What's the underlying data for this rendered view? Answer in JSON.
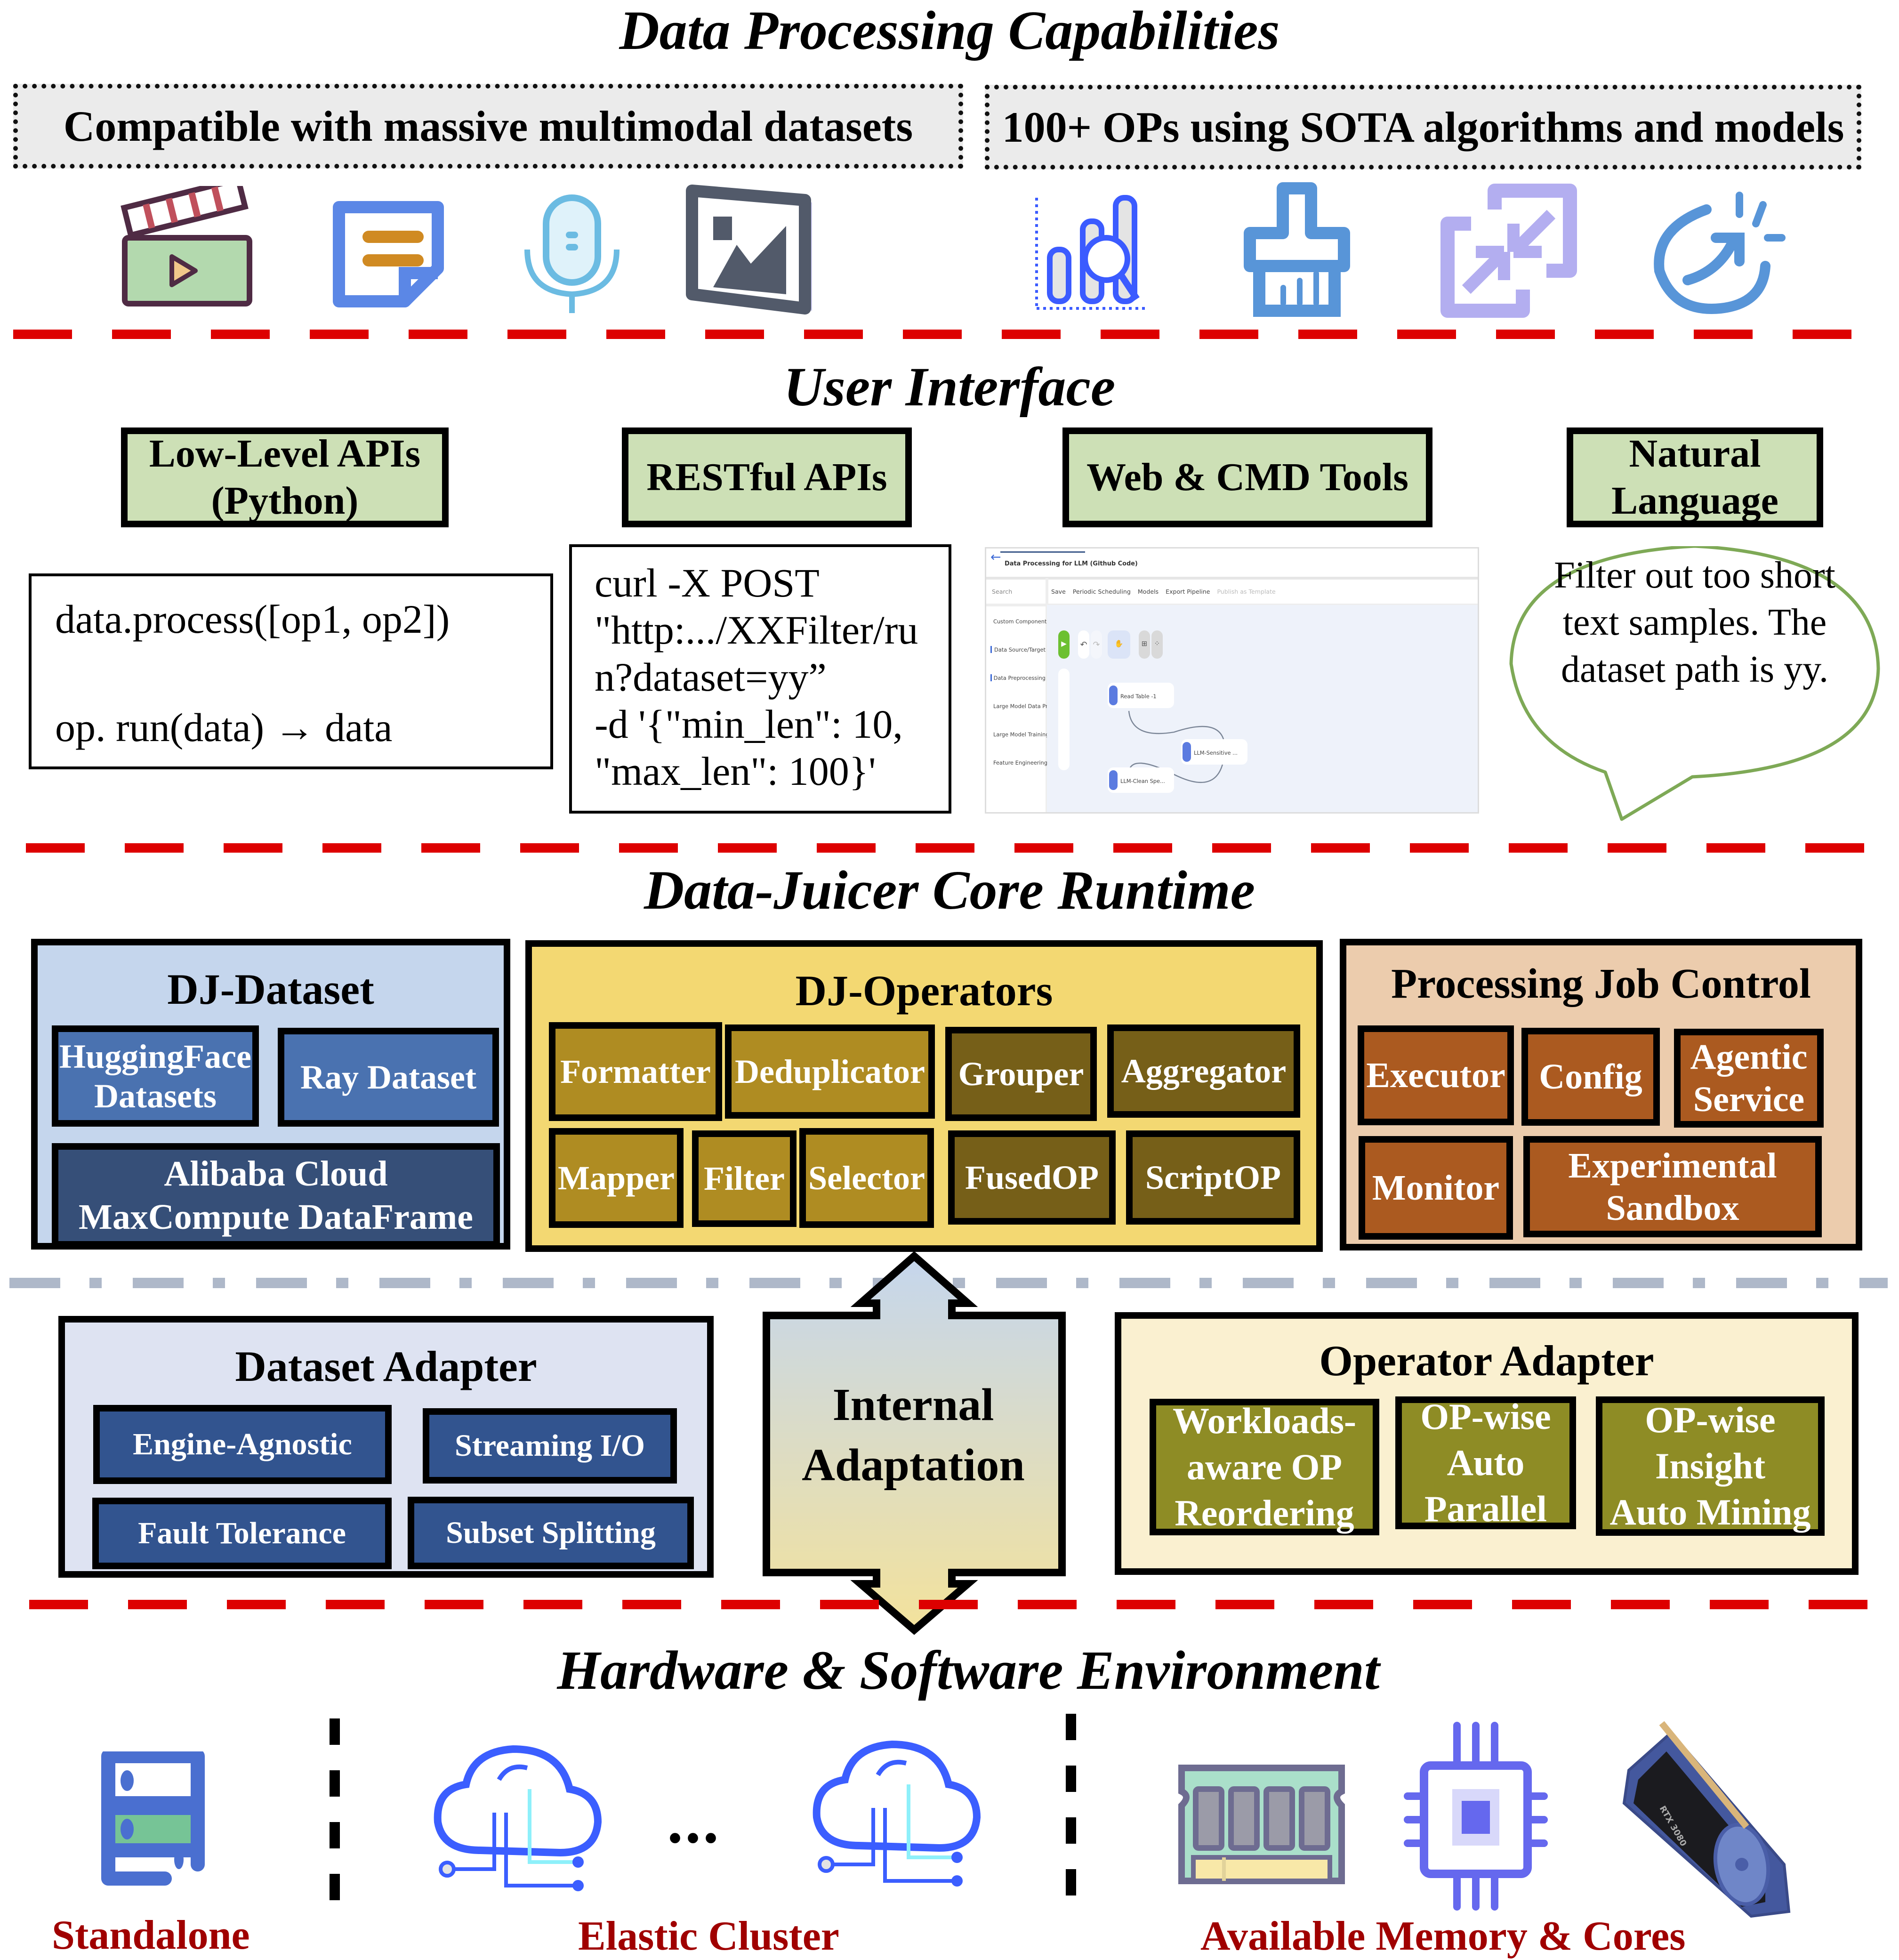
{
  "sections": {
    "capabilities": "Data Processing Capabilities",
    "user_interface": "User Interface",
    "core_runtime": "Data-Juicer Core Runtime",
    "environment": "Hardware & Software Environment"
  },
  "capabilities": {
    "left_box": "Compatible with massive multimodal datasets",
    "right_box": "100+ OPs using SOTA algorithms and models",
    "modality_icons": [
      "video-icon",
      "text-document-icon",
      "microphone-icon",
      "image-icon"
    ],
    "op_icons": [
      "chart-analysis-icon",
      "cleaning-brush-icon",
      "compress-icon",
      "refresh-arrow-icon"
    ]
  },
  "user_interface": {
    "headers": [
      {
        "line1": "Low-Level APIs",
        "line2": "(Python)"
      },
      {
        "line1": "RESTful APIs",
        "line2": ""
      },
      {
        "line1": "Web & CMD Tools",
        "line2": ""
      },
      {
        "line1": "Natural",
        "line2": "Language"
      }
    ],
    "python_code": [
      "data.process([op1, op2])",
      "op. run(data) → data"
    ],
    "curl_lines": [
      "curl -X POST",
      "\"http:.../XXFilter/ru",
      "n?dataset=yy”",
      "-d '{\"min_len\": 10,",
      "\"max_len\": 100}'"
    ],
    "web_tool": {
      "tab_title": "Data Processing for LLM (Github Code)",
      "search_placeholder": "Search",
      "toolbar": [
        "Save",
        "Periodic Scheduling",
        "Models",
        "Export Pipeline",
        "Publish as Template"
      ],
      "folders": [
        "Custom Components",
        "Data Source/Target",
        "Data Preprocessing",
        "Large Model Data Prep...",
        "Large Model Training a...",
        "Feature Engineering"
      ],
      "nodes": [
        "Read Table -1",
        "LLM-Sensitive ...",
        "LLM-Clean Spe..."
      ]
    },
    "natural_language_prompt": "Filter out too short text samples. The dataset path is yy."
  },
  "core": {
    "dj_dataset": {
      "title": "DJ-Dataset",
      "items": [
        "HuggingFace Datasets",
        "Ray Dataset",
        "Alibaba Cloud MaxCompute DataFrame"
      ]
    },
    "dj_operators": {
      "title": "DJ-Operators",
      "row1": [
        "Formatter",
        "Deduplicator",
        "Grouper",
        "Aggregator"
      ],
      "row2": [
        "Mapper",
        "Filter",
        "Selector",
        "FusedOP",
        "ScriptOP"
      ]
    },
    "job_control": {
      "title": "Processing Job Control",
      "items": [
        "Executor",
        "Config",
        "Agentic Service",
        "Monitor",
        "Experimental Sandbox"
      ]
    },
    "dataset_adapter": {
      "title": "Dataset Adapter",
      "items": [
        "Engine-Agnostic",
        "Streaming I/O",
        "Fault Tolerance",
        "Subset Splitting"
      ]
    },
    "internal_adaptation": {
      "line1": "Internal",
      "line2": "Adaptation"
    },
    "operator_adapter": {
      "title": "Operator Adapter",
      "items": [
        [
          "Workloads-",
          "aware OP",
          "Reordering"
        ],
        [
          "OP-wise",
          "Auto",
          "Parallel"
        ],
        [
          "OP-wise",
          "Insight",
          "Auto Mining"
        ]
      ]
    }
  },
  "environment": {
    "standalone": "Standalone",
    "elastic_cluster": "Elastic Cluster",
    "ellipsis": "•••",
    "resources": "Available Memory  & Cores",
    "gpu_label": "RTX 3080"
  },
  "colors": {
    "separator_red": "#dd0000",
    "ui_header_green": "#cde0b6",
    "dataset_bg": "#c5d6ed",
    "dataset_chip": "#4a72b0",
    "dataset_chip_dark": "#364f78",
    "operators_bg": "#f3d872",
    "op_light": "#af8c22",
    "op_dark": "#765f18",
    "job_bg": "#ecccad",
    "job_chip": "#ab5a20",
    "dataset_adapter_bg": "#dee3f2",
    "dataset_adapter_chip": "#32548f",
    "operator_adapter_bg": "#faf0d0",
    "operator_adapter_chip": "#8e8c25",
    "env_label": "#a00000"
  }
}
